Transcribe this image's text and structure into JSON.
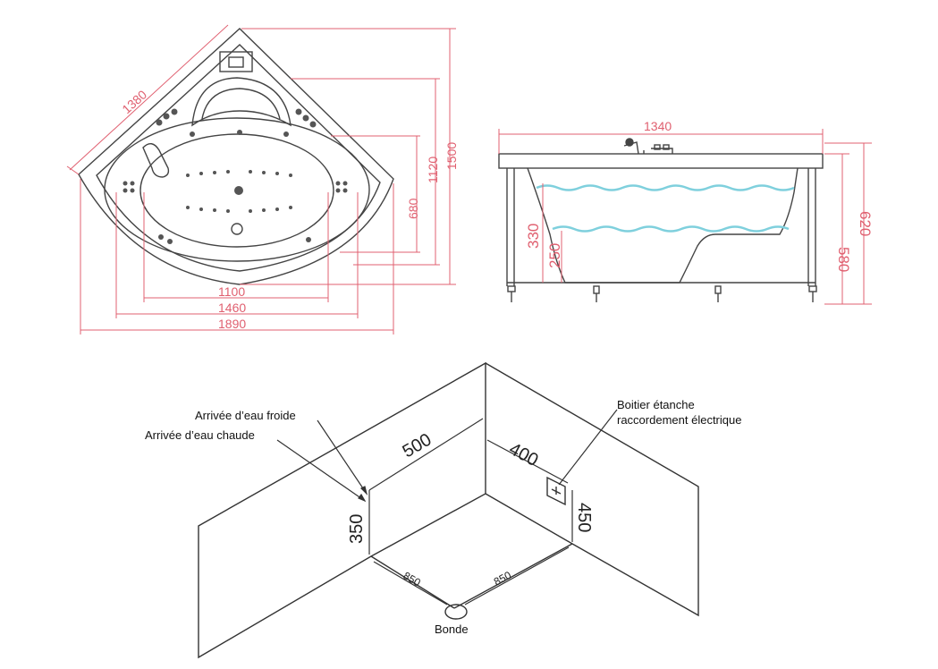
{
  "top_view": {
    "dims": {
      "d1380": "1380",
      "d1500": "1500",
      "d1120": "1120",
      "d680": "680",
      "d1100": "1100",
      "d1460": "1460",
      "d1890": "1890"
    }
  },
  "side_view": {
    "dims": {
      "d1340": "1340",
      "d330": "330",
      "d250": "250",
      "d580": "580",
      "d620": "620"
    }
  },
  "install_view": {
    "dims": {
      "d500": "500",
      "d400": "400",
      "d350": "350",
      "d450": "450",
      "d850a": "850",
      "d850b": "850"
    },
    "labels": {
      "cold_water": "Arrivée d’eau froide",
      "hot_water": "Arrivée d’eau chaude",
      "box_line1": "Boitier étanche",
      "box_line2": "raccordement électrique",
      "drain": "Bonde"
    }
  },
  "colors": {
    "dimension": "#e06070",
    "outline": "#333333",
    "water": "#7fd0dd"
  }
}
